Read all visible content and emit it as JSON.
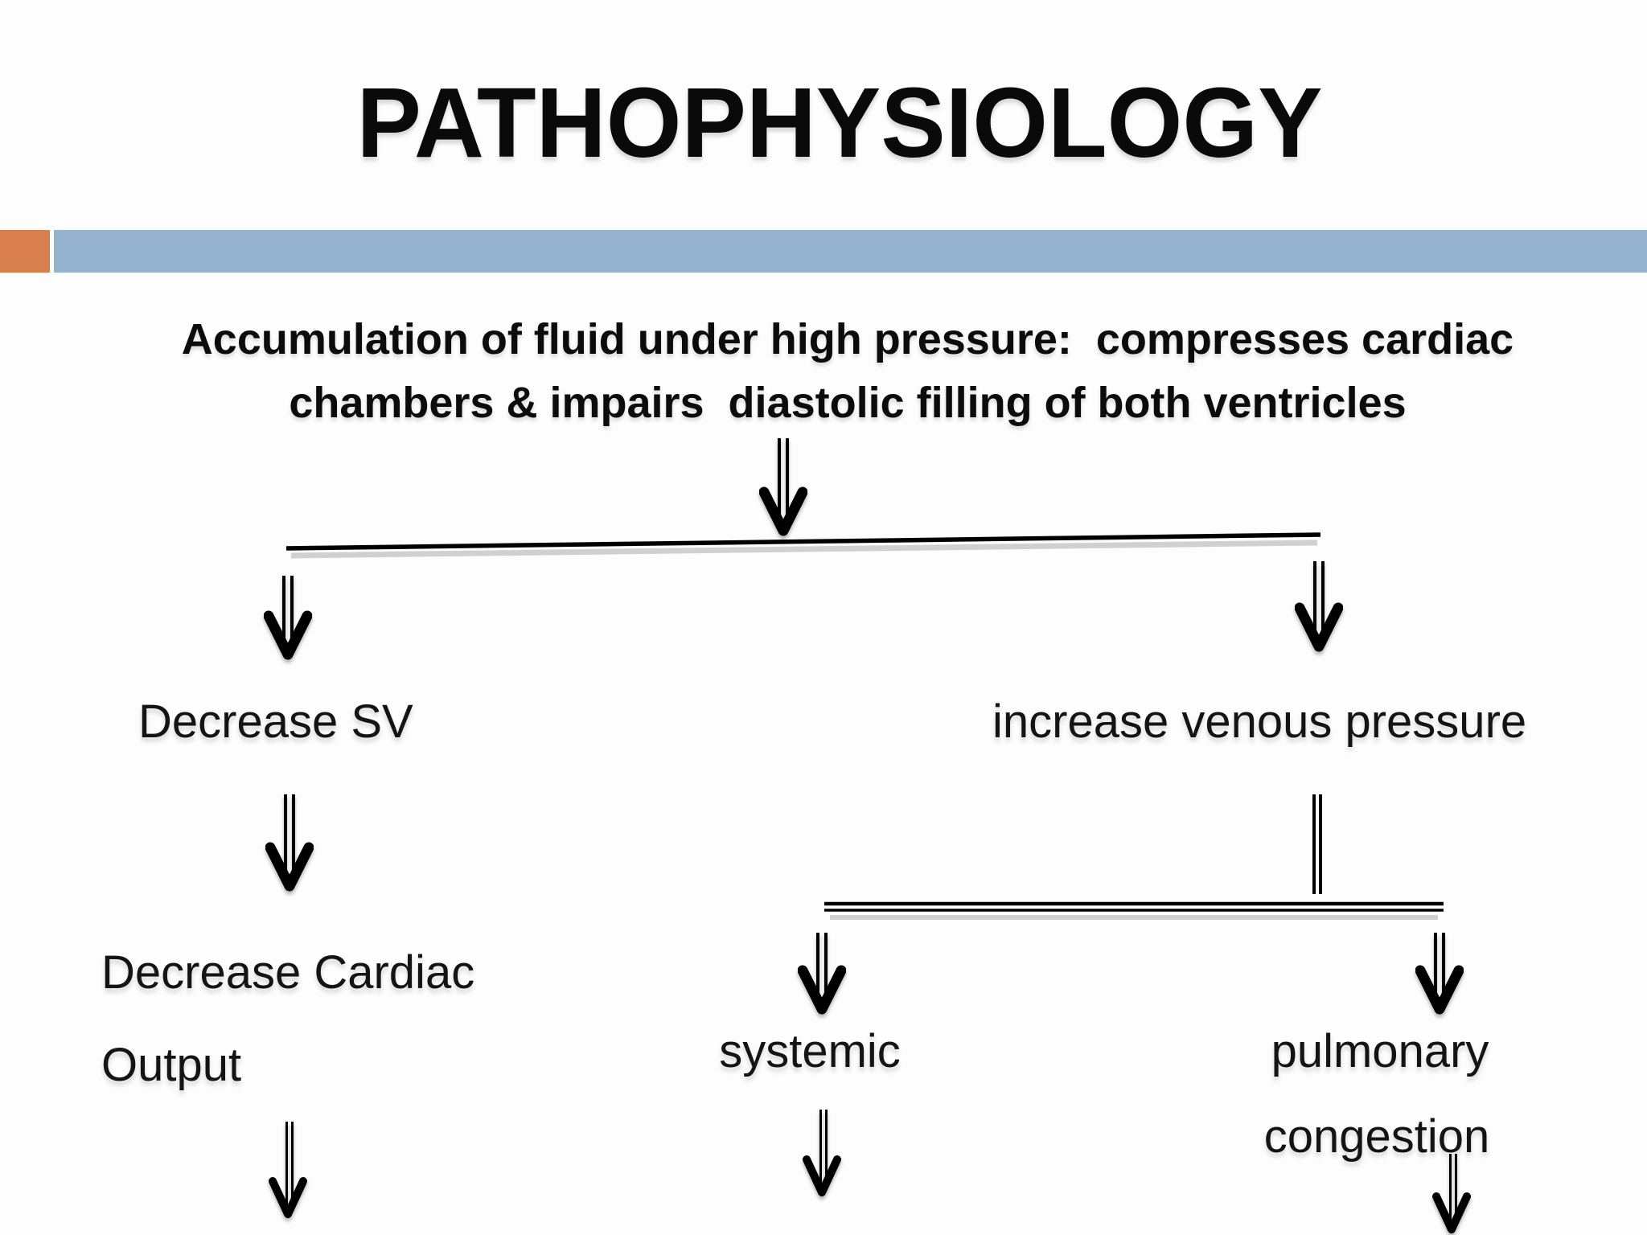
{
  "slide": {
    "title": "PATHOPHYSIOLOGY",
    "accent_colors": {
      "orange": "#d97e4e",
      "blue": "#95b3d1"
    },
    "lead_line1": "Accumulation of fluid under high pressure:  compresses cardiac",
    "lead_line2": "chambers & impairs  diastolic filling of both ventricles"
  },
  "diagram": {
    "nodes": {
      "root": "Accumulation of fluid under high pressure: compresses cardiac chambers & impairs diastolic filling of both ventricles",
      "decrease_sv": "Decrease SV",
      "increase_venous_pressure": "increase venous pressure",
      "decrease_cardiac_line1": "Decrease Cardiac",
      "decrease_cardiac_line2": "Output",
      "systemic": "systemic",
      "pulmonary_line1": "pulmonary",
      "pulmonary_line2": "congestion"
    },
    "edges": [
      "root -> decrease_sv",
      "root -> increase_venous_pressure",
      "decrease_sv -> decrease_cardiac_output",
      "decrease_cardiac_output -> (continues off slide)",
      "increase_venous_pressure -> systemic",
      "increase_venous_pressure -> pulmonary_congestion",
      "systemic -> (continues off slide)",
      "pulmonary_congestion -> (continues off slide)"
    ]
  }
}
